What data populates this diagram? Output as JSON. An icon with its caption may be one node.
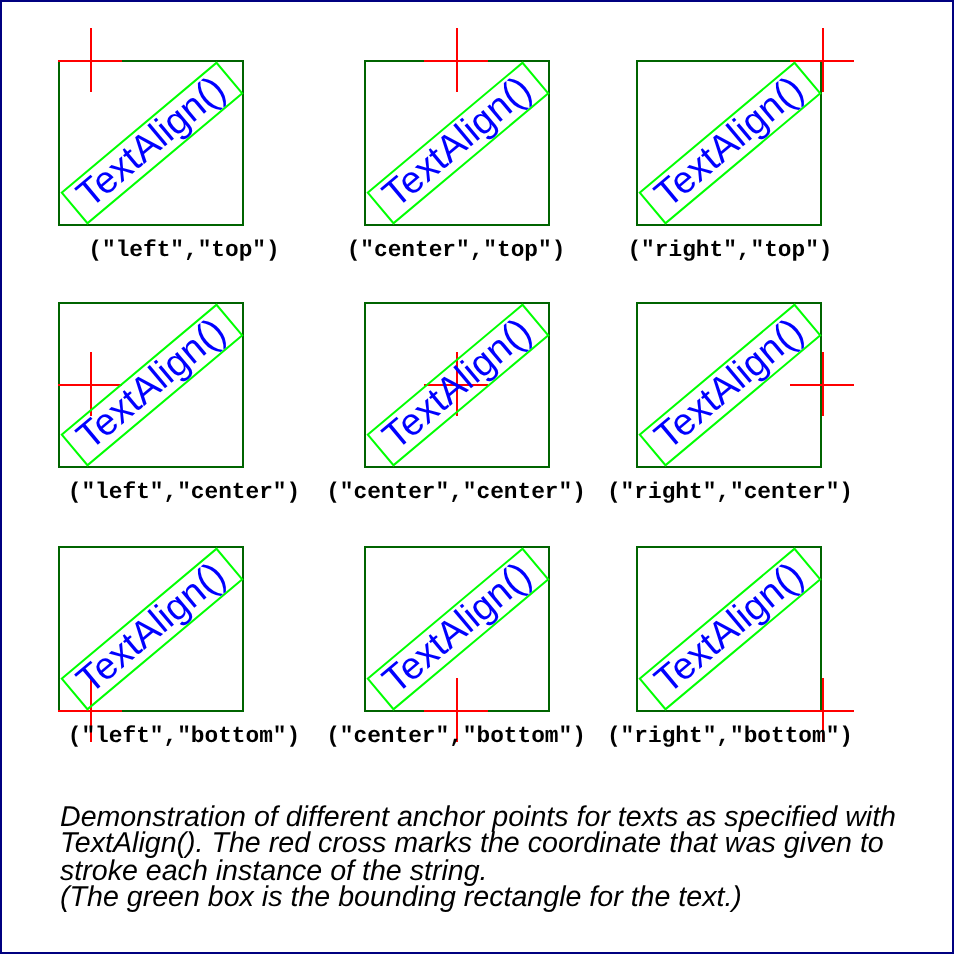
{
  "diagram": {
    "caption": "Demonstration of different anchor points for texts as specified with TextAlign(). The red cross marks the coordinate that was given to stroke each instance of the string.",
    "nodes": [
      {
        "text": [
          "TextAlign()"
        ],
        "beside": [
          "(\"left\",\"top\")"
        ]
      },
      {
        "text": [
          "TextAlign()"
        ],
        "beside": [
          "(\"center\",\"top\")"
        ]
      },
      {
        "text": [
          "TextAlign()"
        ],
        "beside": [
          "(\"right\",\"top\")"
        ]
      },
      {
        "text": [
          "TextAlign()"
        ],
        "beside": [
          "(\"left\",\"center\")"
        ]
      },
      {
        "text": [
          "TextAlign()"
        ],
        "beside": [
          "(\"center\",\"center\")"
        ]
      },
      {
        "text": [
          "TextAlign()"
        ],
        "beside": [
          "(\"right\",\"center\")"
        ]
      },
      {
        "text": [
          "TextAlign()"
        ],
        "beside": [
          "(\"left\",\"bottom\")"
        ]
      },
      {
        "text": [
          "TextAlign()"
        ],
        "beside": [
          "(\"center\",\"bottom\")"
        ]
      },
      {
        "text": [
          "TextAlign()"
        ],
        "beside": [
          "(\"right\",\"bottom\")"
        ]
      }
    ],
    "labels": [
      "(The green box is the bounding rectangle for the text.)"
    ]
  }
}
